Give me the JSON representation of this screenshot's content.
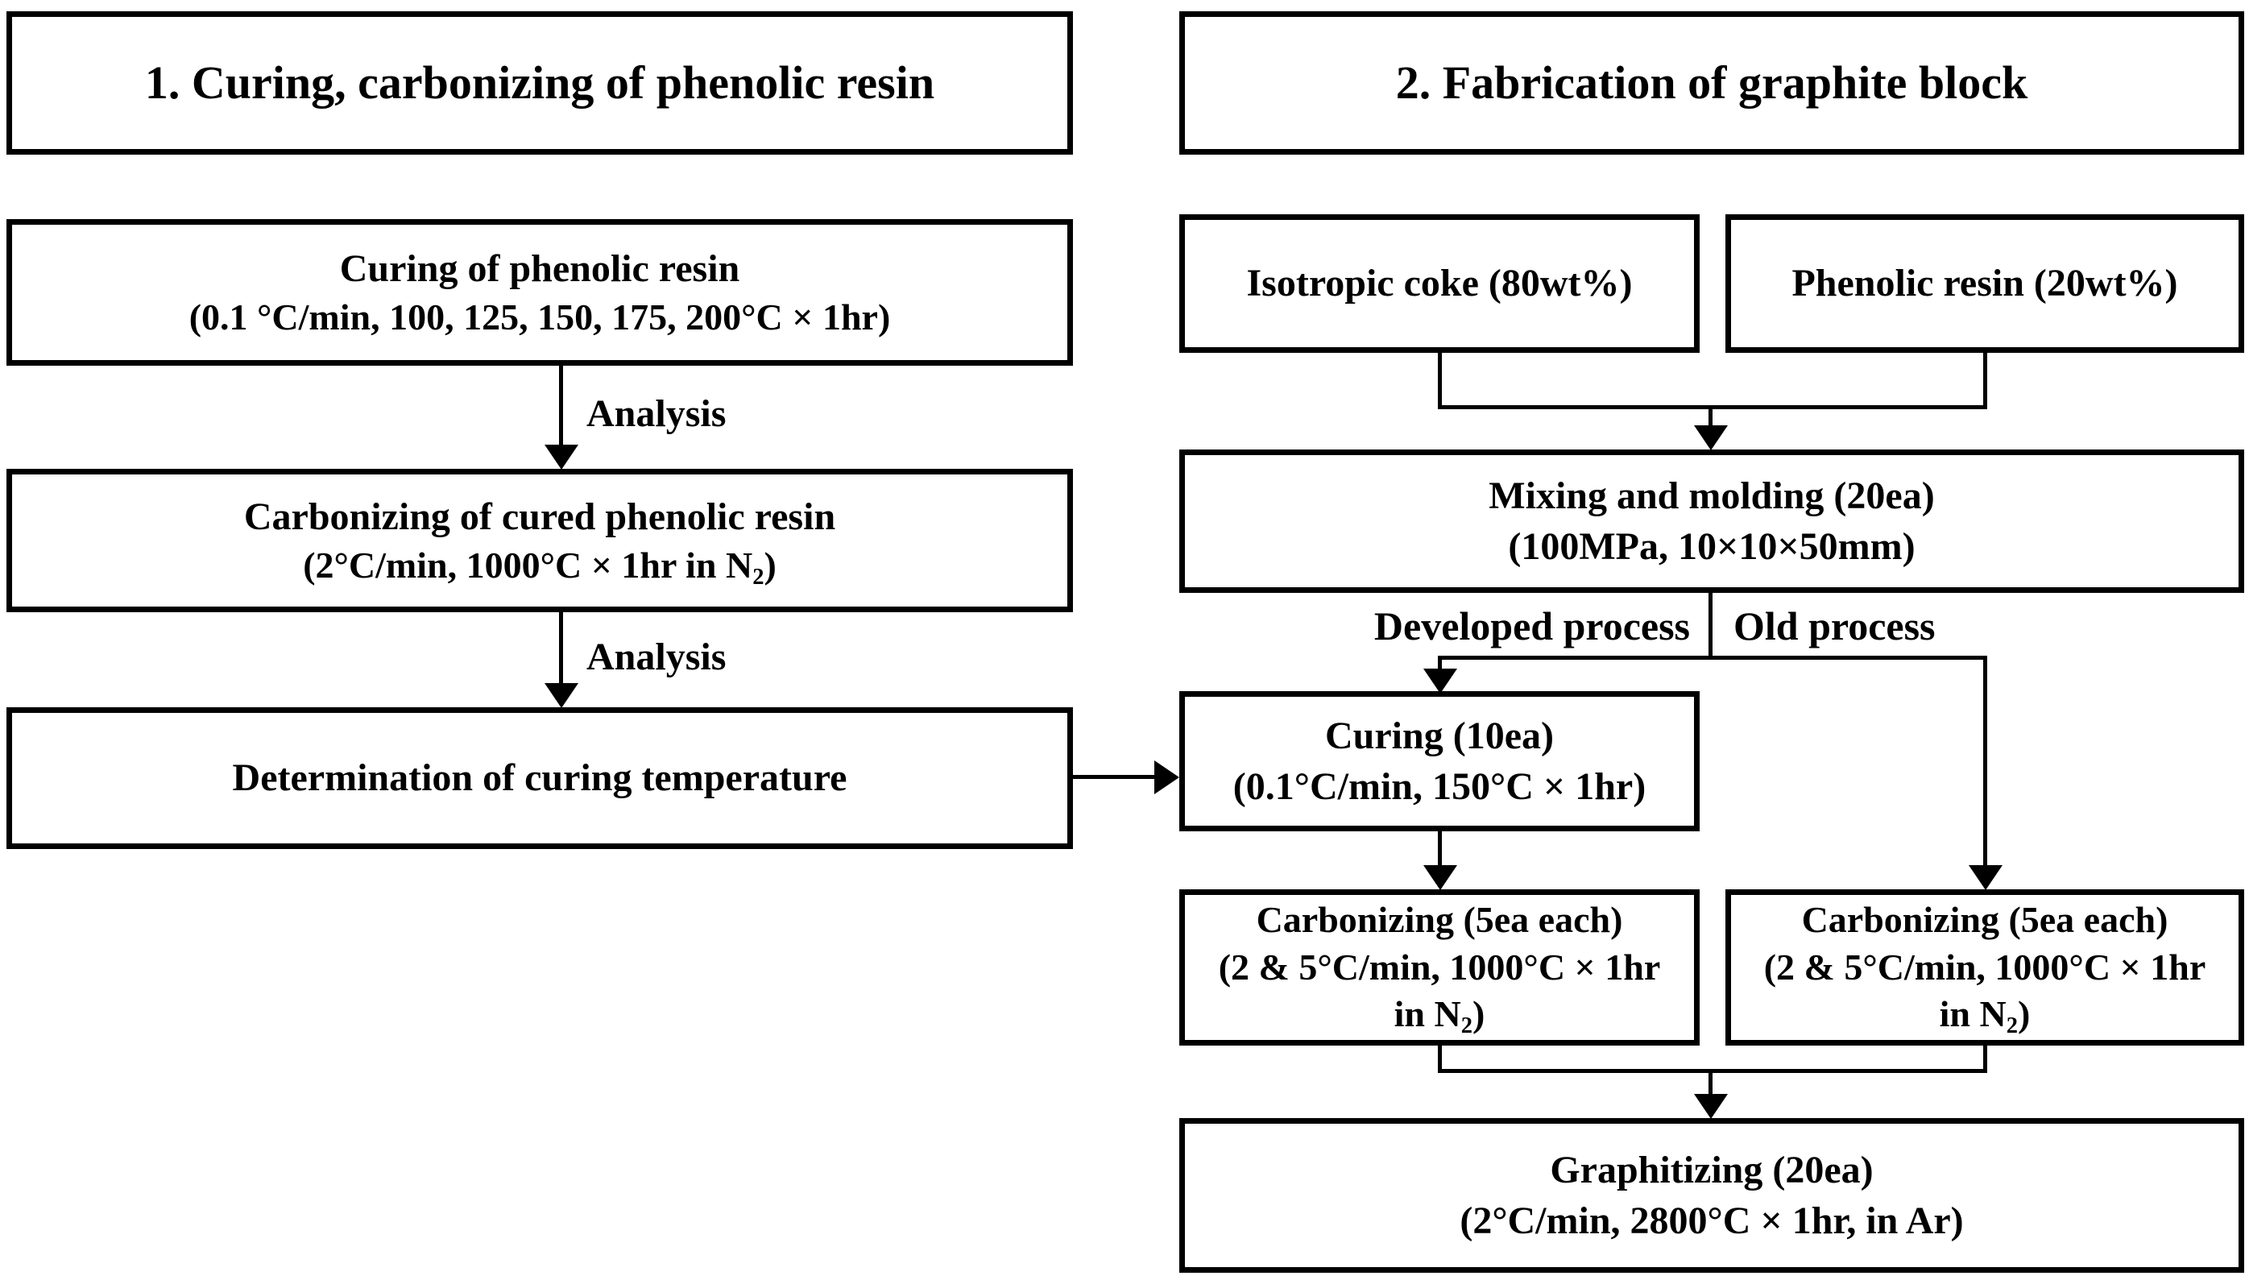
{
  "colors": {
    "border": "#000000",
    "background": "#ffffff",
    "text": "#000000"
  },
  "left": {
    "title": "1. Curing, carbonizing of phenolic resin",
    "curing_box": {
      "line1": "Curing of phenolic resin",
      "line2": "(0.1 °C/min, 100, 125, 150, 175, 200°C × 1hr)"
    },
    "analysis_label_1": "Analysis",
    "carbonizing_box": {
      "line1": "Carbonizing of cured phenolic resin",
      "line2_pre": "(2°C/min, 1000°C × 1hr in N",
      "line2_sub": "2",
      "line2_post": ")"
    },
    "analysis_label_2": "Analysis",
    "determination_box": {
      "line1": "Determination of curing temperature"
    }
  },
  "right": {
    "title": "2. Fabrication of graphite block",
    "coke_box": {
      "line1": "Isotropic coke (80wt%)"
    },
    "resin_box": {
      "line1": "Phenolic resin (20wt%)"
    },
    "mixing_box": {
      "line1": "Mixing and molding (20ea)",
      "line2": "(100MPa, 10×10×50mm)"
    },
    "developed_label": "Developed process",
    "old_label": "Old process",
    "curing_box": {
      "line1": "Curing (10ea)",
      "line2": "(0.1°C/min, 150°C × 1hr)"
    },
    "carbonizing_left": {
      "line1": "Carbonizing (5ea each)",
      "line2": "(2 & 5°C/min, 1000°C × 1hr",
      "line3_pre": "in N",
      "line3_sub": "2",
      "line3_post": ")"
    },
    "carbonizing_right": {
      "line1": "Carbonizing (5ea each)",
      "line2": "(2 & 5°C/min, 1000°C × 1hr",
      "line3_pre": "in N",
      "line3_sub": "2",
      "line3_post": ")"
    },
    "graphitizing_box": {
      "line1": "Graphitizing (20ea)",
      "line2": "(2°C/min, 2800°C × 1hr, in Ar)"
    }
  }
}
